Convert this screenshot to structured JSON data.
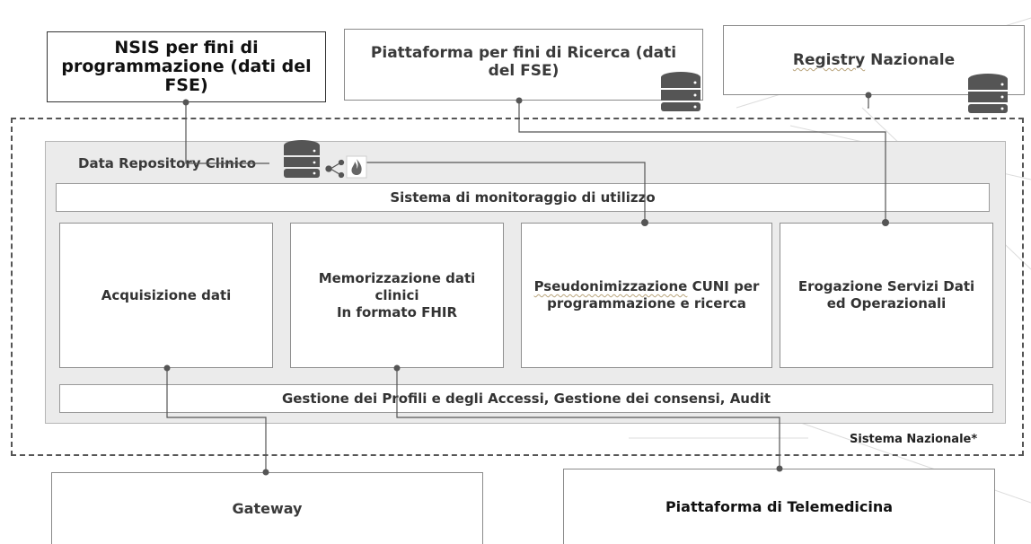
{
  "external_top": {
    "nsis": "NSIS per fini di\nprogrammazione (dati del\nFSE)",
    "ricerca": "Piattaforma per fini di Ricerca (dati\ndel FSE)",
    "registry_word": "Registry",
    "registry_rest": " Nazionale"
  },
  "repository": {
    "title": "Data Repository Clinico",
    "monitoring_bar": "Sistema di monitoraggio di utilizzo",
    "modules": {
      "acquisizione": "Acquisizione dati",
      "memorizzazione": "Memorizzazione dati\nclinici\nIn formato FHIR",
      "pseudo_word": "Pseudonimizzazione",
      "pseudo_rest": " CUNI per\nprogrammazione e ricerca",
      "erogazione": "Erogazione Servizi Dati\ned Operazionali"
    },
    "access_bar": "Gestione dei Profili e degli Accessi, Gestione dei consensi, Audit"
  },
  "sistema_label": "Sistema Nazionale*",
  "external_bottom": {
    "gateway": "Gateway",
    "telemedicina": "Piattaforma di Telemedicina"
  },
  "icons": [
    "database-icon",
    "share-icon",
    "fhir-flame-icon"
  ],
  "colors": {
    "panel": "#ebebeb",
    "border": "#8a8a8a",
    "connector": "#555555",
    "dashed_border": "#555555"
  }
}
